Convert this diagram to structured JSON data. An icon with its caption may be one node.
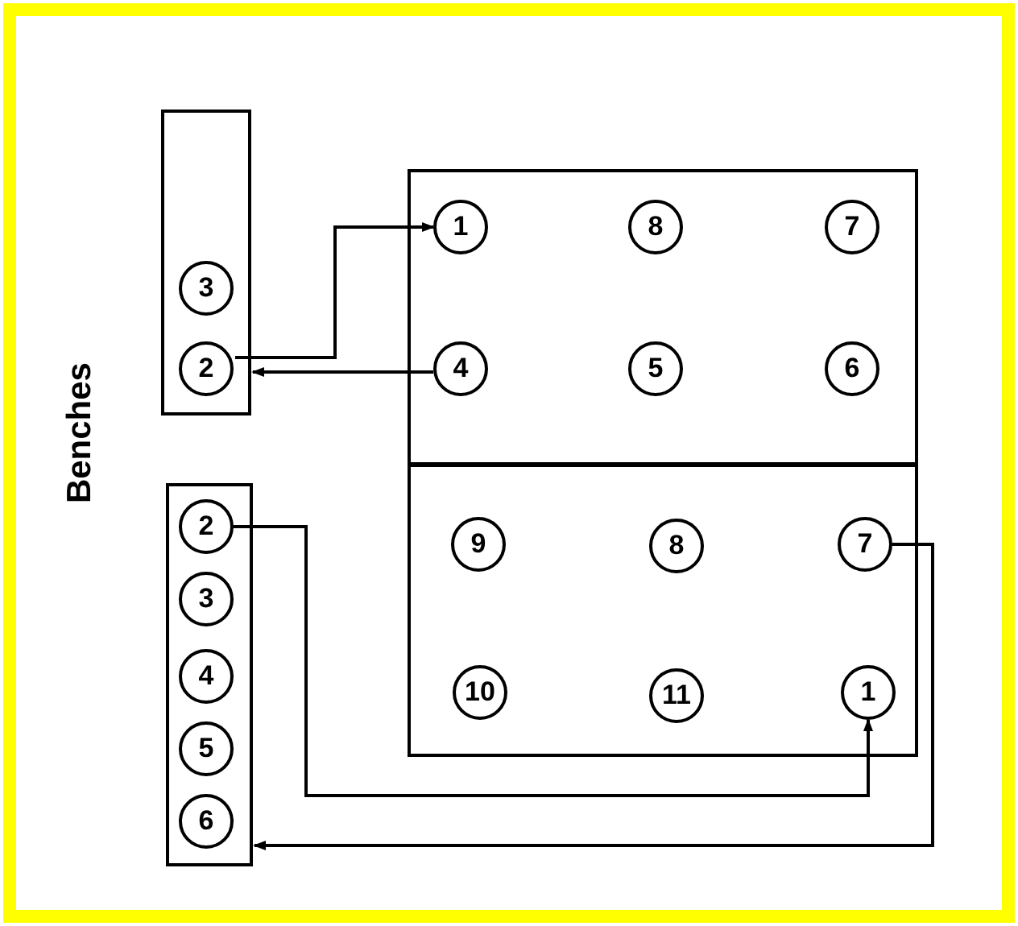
{
  "diagram": {
    "nodes": [
      {
        "text": [],
        "shape": "box"
      },
      {
        "text": [
          "3"
        ],
        "in": 0
      },
      {
        "text": [
          "2"
        ],
        "in": 0
      },
      {
        "text": [],
        "shape": "box"
      },
      {
        "text": [
          "1"
        ],
        "in": 3
      },
      {
        "text": [
          "8"
        ],
        "in": 3
      },
      {
        "text": [
          "7"
        ],
        "in": 3
      },
      {
        "text": [
          "4"
        ],
        "in": 3
      },
      {
        "text": [
          "5"
        ],
        "in": 3
      },
      {
        "text": [
          "6"
        ],
        "in": 3
      },
      {
        "text": [],
        "shape": "box"
      },
      {
        "text": [
          "2"
        ],
        "in": 10
      },
      {
        "text": [
          "3"
        ],
        "in": 10
      },
      {
        "text": [
          "4"
        ],
        "in": 10
      },
      {
        "text": [
          "5"
        ],
        "in": 10
      },
      {
        "text": [
          "6"
        ],
        "in": 10
      },
      {
        "text": [],
        "shape": "box"
      },
      {
        "text": [
          "9"
        ],
        "in": 16
      },
      {
        "text": [
          "8"
        ],
        "in": 16
      },
      {
        "text": [
          "7"
        ],
        "in": 16
      },
      {
        "text": [
          "10"
        ],
        "in": 16
      },
      {
        "text": [
          "11"
        ],
        "in": 16
      },
      {
        "text": [
          "1"
        ],
        "in": 16
      }
    ],
    "edges": [
      {
        "from": 2,
        "to": 4,
        "arrow": "to"
      },
      {
        "from": 7,
        "to": 0,
        "arrow": "to"
      },
      {
        "from": 11,
        "to": 22,
        "arrow": "to"
      },
      {
        "from": 19,
        "to": 10,
        "arrow": "to"
      }
    ],
    "labels": [
      "Benches"
    ]
  }
}
